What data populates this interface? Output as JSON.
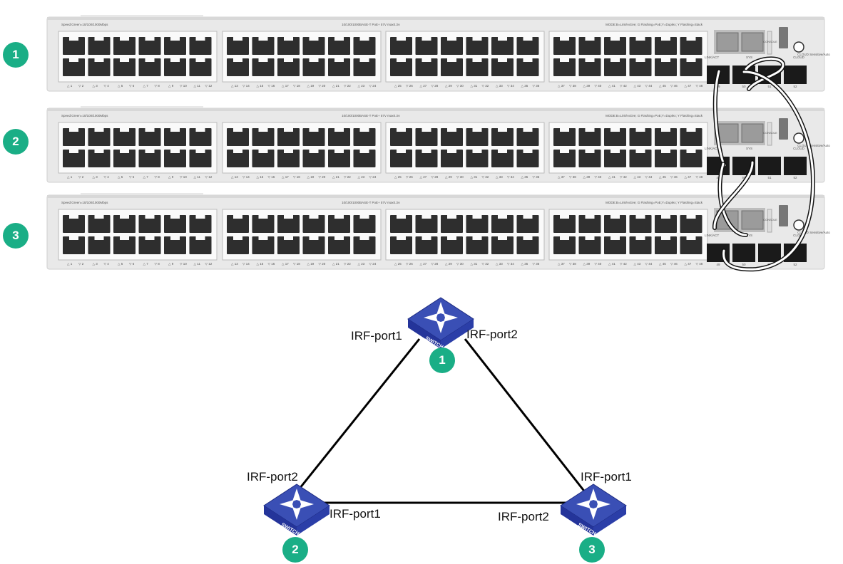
{
  "stack": {
    "chassis": [
      {
        "number": "1",
        "port_start": 1
      },
      {
        "number": "2",
        "port_start": 1
      },
      {
        "number": "3",
        "port_start": 1
      }
    ],
    "header_left": "Speed:Green=10/100/1000Mbps",
    "header_mid": "10/100/1000BASE-T PoE+ 57V max0.3A",
    "header_right": "MODE:B=Link/Active; G Flashing=PoE;Y=Duplex; Y Flashing=Stack",
    "console_label": "CONSOLE",
    "cloud_label": "CLOUD",
    "linkact_label": "LINK/ACT",
    "sys_label": "SYS",
    "model_label": "CLOUD Sensitive/Auto",
    "sfp_numbers": [
      "49",
      "50",
      "51",
      "52"
    ],
    "port_count": 48,
    "colors": {
      "chassis": "#e9e9e9",
      "port": "#2e2e2e",
      "cable": "#ffffff",
      "cable_outline": "#111111"
    }
  },
  "topology": {
    "devices": [
      {
        "id": "1",
        "badge": "1",
        "icon": "network-switch-icon",
        "icon_text": "SWITCH"
      },
      {
        "id": "2",
        "badge": "2",
        "icon": "network-switch-icon",
        "icon_text": "SWITCH"
      },
      {
        "id": "3",
        "badge": "3",
        "icon": "network-switch-icon",
        "icon_text": "SWITCH"
      }
    ],
    "port_labels": {
      "d1_left": "IRF-port1",
      "d1_right": "IRF-port2",
      "d2_top": "IRF-port2",
      "d2_right": "IRF-port1",
      "d3_top": "IRF-port1",
      "d3_left": "IRF-port2"
    },
    "colors": {
      "badge": "#1aae86",
      "switch_top": "#3a4fb5",
      "switch_side": "#24349a",
      "link": "#000000"
    }
  }
}
